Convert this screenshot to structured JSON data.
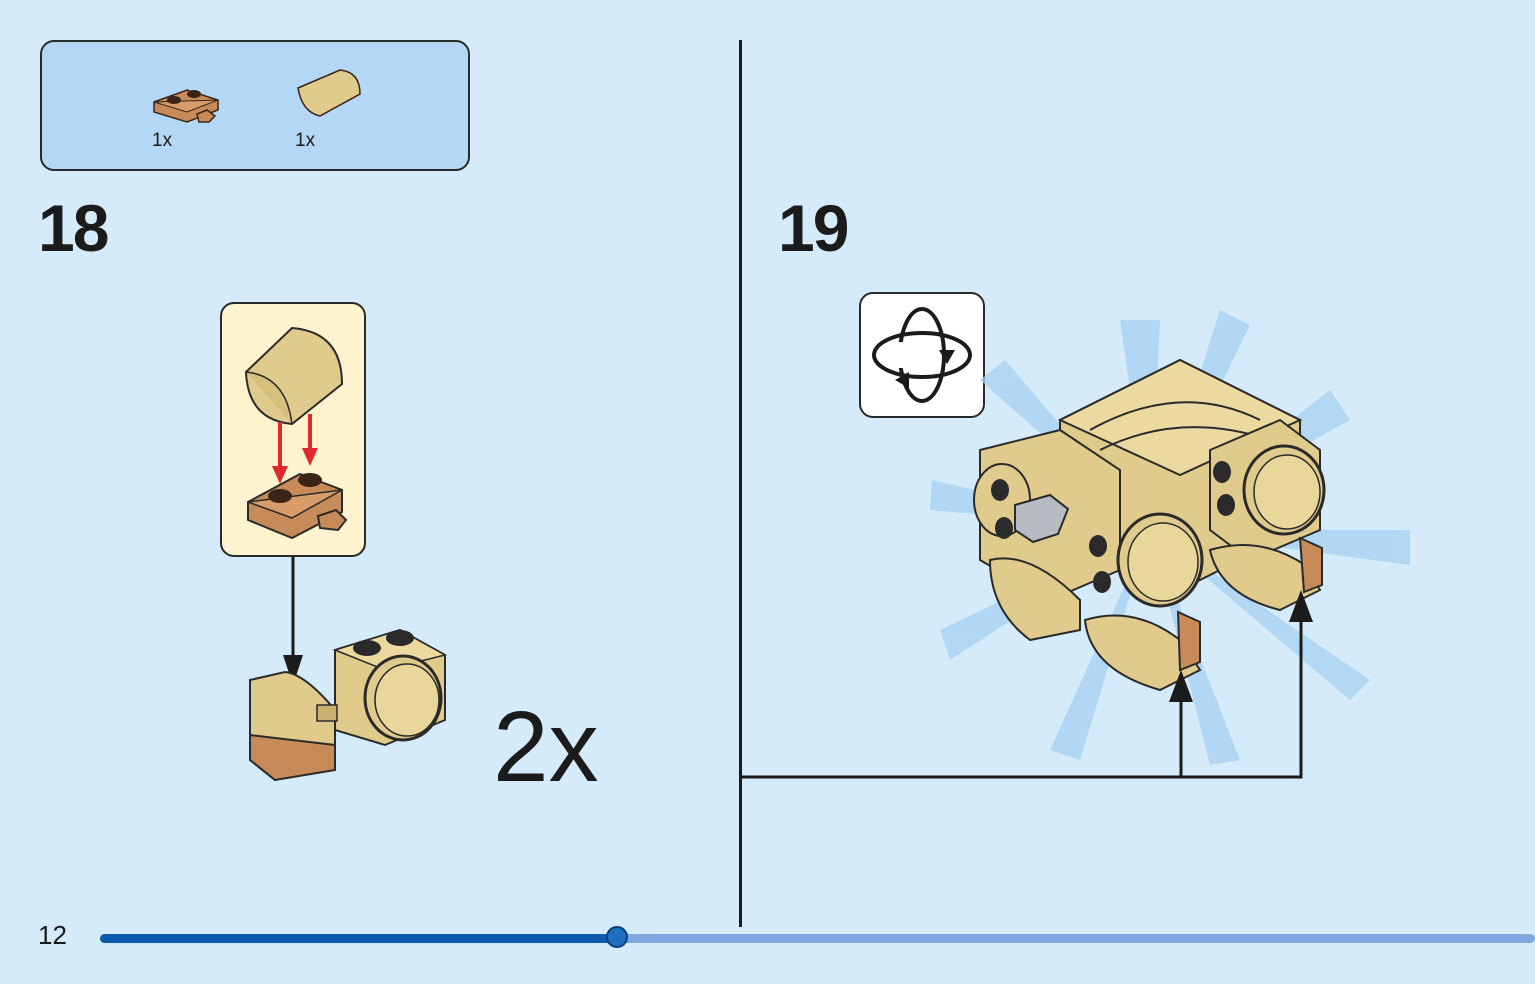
{
  "parts_list": {
    "items": [
      {
        "icon": "tan-plate-with-clip-icon",
        "quantity": "1x",
        "color": "#c68b59"
      },
      {
        "icon": "tan-curved-slope-icon",
        "quantity": "1x",
        "color": "#e0cb8c"
      }
    ]
  },
  "steps": [
    {
      "number": "18",
      "multiplier": "2x"
    },
    {
      "number": "19"
    }
  ],
  "footer": {
    "page_number": "12",
    "progress": 0.36
  },
  "colors": {
    "background": "#d5ebfa",
    "tan": "#e0cb8c",
    "medium_nougat": "#c68b59",
    "arrow_red": "#e0282e",
    "progress_fill": "#0b5aac",
    "progress_track": "#7fa8de"
  }
}
